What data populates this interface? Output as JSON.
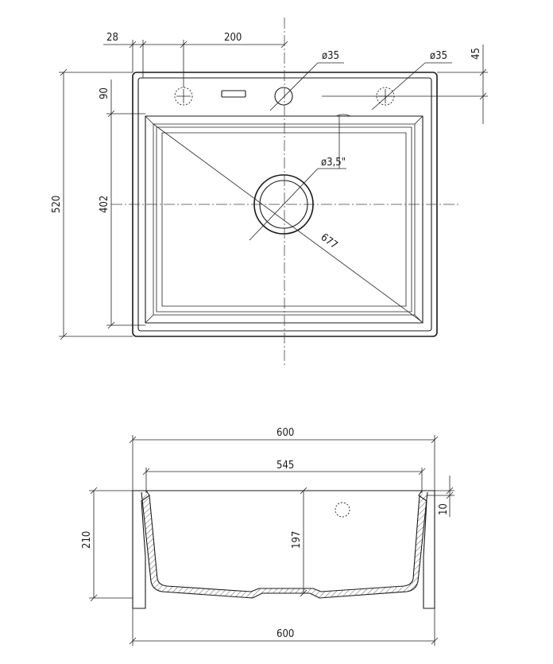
{
  "top_view": {
    "dims": {
      "tap_offset": "28",
      "tap_spacing": "200",
      "tap_hole_left": "ø35",
      "tap_hole_right": "ø35",
      "tap_depth": "45",
      "deck_width": "90",
      "overall_depth": "520",
      "bowl_depth": "402",
      "drain": "ø3,5\"",
      "diagonal": "677"
    }
  },
  "section_view": {
    "dims": {
      "overall_width_top": "600",
      "bowl_width": "545",
      "rim_thickness": "10",
      "overall_height": "210",
      "bowl_height": "197",
      "overall_width_bottom": "600"
    }
  }
}
